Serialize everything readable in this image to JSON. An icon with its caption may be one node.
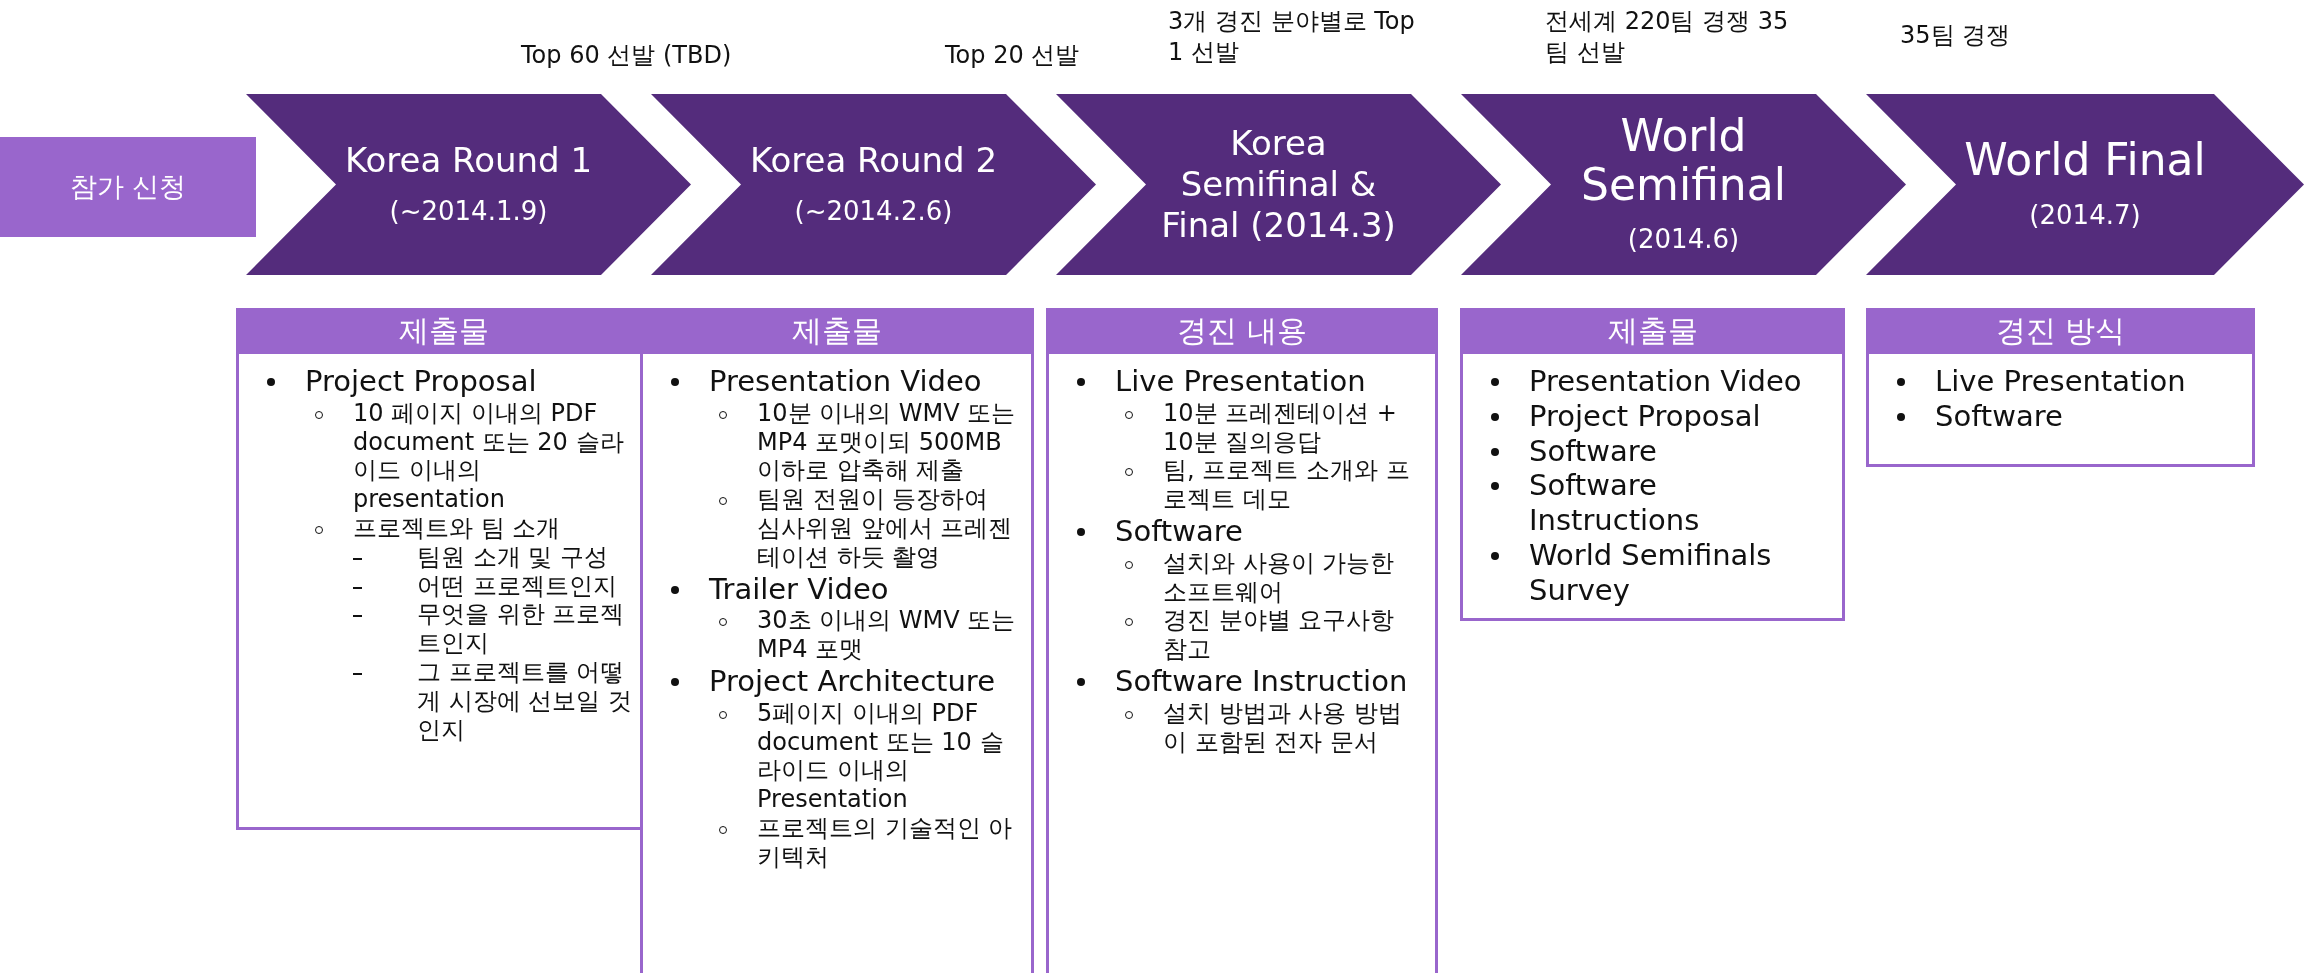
{
  "diagram": {
    "nodes": [
      {
        "text": [
          "참가 신청"
        ]
      },
      {
        "text": [
          "Korea Round 1",
          "(~2014.1.9)"
        ],
        "beside": [
          "Top 60 선발 (TBD)"
        ]
      },
      {
        "text": [
          "Korea Round 2",
          "(~2014.2.6)"
        ],
        "beside": [
          "Top 20 선발"
        ]
      },
      {
        "text": [
          "Korea Semifinal & Final (2014.3)"
        ],
        "beside": [
          "3개 경진 분야별로 Top 1 선발"
        ]
      },
      {
        "text": [
          "World Semifinal",
          "(2014.6)"
        ],
        "beside": [
          "전세계 220팀 경쟁 35팀 선발"
        ]
      },
      {
        "text": [
          "World Final",
          "(2014.7)"
        ],
        "beside": [
          "35팀 경쟁"
        ]
      },
      {
        "text": [
          "제출물",
          "Project Proposal",
          "10 페이지 이내의 PDF document 또는 20 슬라이드 이내의 presentation",
          "프로젝트와 팀 소개",
          "팀원 소개 및 구성",
          "어떤 프로젝트인지",
          "무엇을 위한 프로젝트인지",
          "그 프로젝트를 어떻게 시장에 선보일 것인지"
        ]
      },
      {
        "text": [
          "제출물",
          "Presentation Video",
          "10분 이내의 WMV 또는 MP4 포맷이되 500MB 이하로 압축해 제출",
          "팀원 전원이 등장하여 심사위원 앞에서 프레젠테이션 하듯 촬영",
          "Trailer Video",
          "30초 이내의 WMV 또는 MP4 포맷",
          "Project Architecture",
          "5페이지 이내의 PDF document 또는 10 슬라이드 이내의 Presentation",
          "프로젝트의 기술적인 아키텍처"
        ]
      },
      {
        "text": [
          "경진 내용",
          "Live Presentation",
          "10분 프레젠테이션 + 10분 질의응답",
          "팀, 프로젝트 소개와 프로젝트 데모",
          "Software",
          "설치와 사용이 가능한 소프트웨어",
          "경진 분야별 요구사항 참고",
          "Software Instruction",
          "설치 방법과 사용 방법이 포함된 전자 문서"
        ]
      },
      {
        "text": [
          "제출물",
          "Presentation Video",
          "Project Proposal",
          "Software",
          "Software Instructions",
          "World Semifinals Survey"
        ]
      },
      {
        "text": [
          "경진 방식",
          "Live Presentation",
          "Software"
        ]
      }
    ]
  }
}
